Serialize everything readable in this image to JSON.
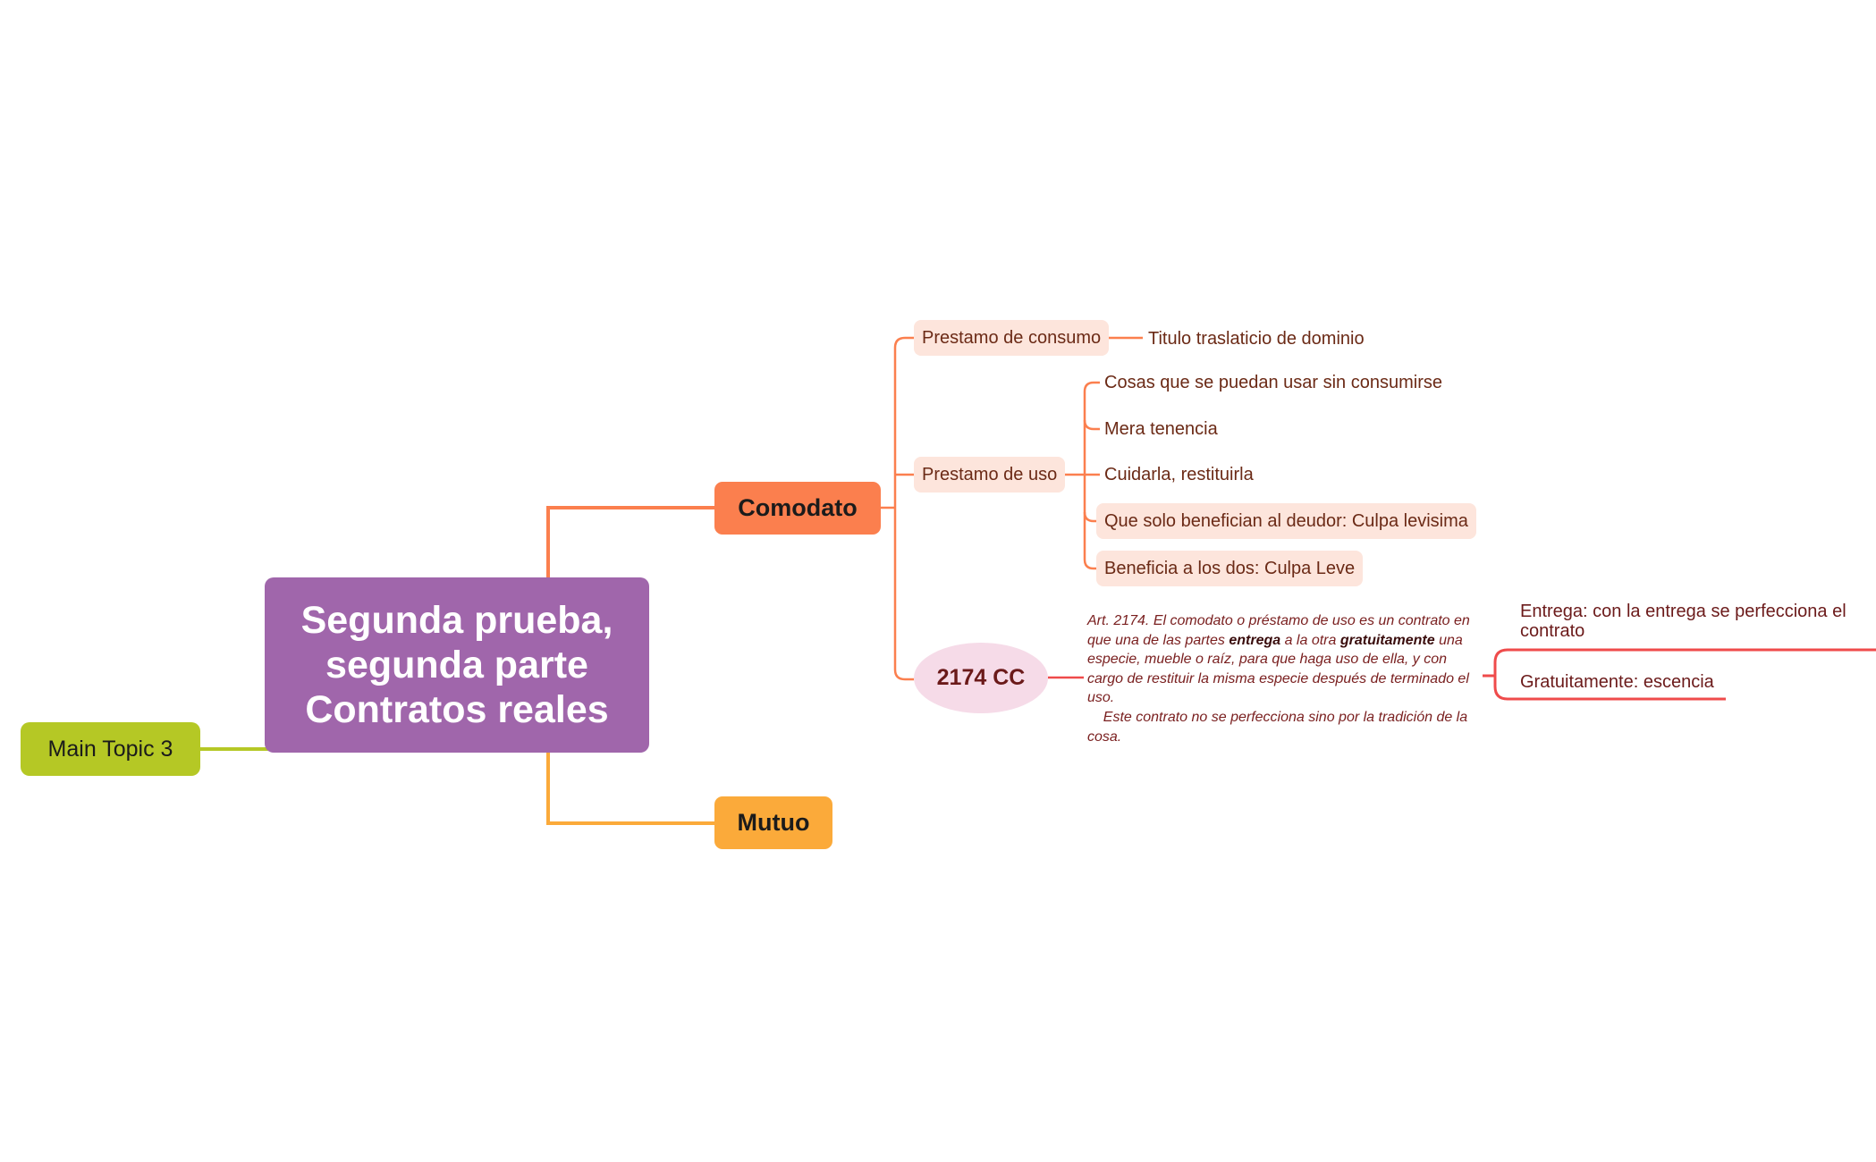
{
  "central_topic": {
    "lines": [
      "Segunda prueba,",
      "segunda parte",
      "Contratos reales"
    ]
  },
  "floating_topic": {
    "label": "Main Topic 3"
  },
  "branches": {
    "comodato": {
      "label": "Comodato",
      "children": {
        "prestamo_consumo": {
          "label": "Prestamo de consumo",
          "child": "Titulo traslaticio de dominio"
        },
        "prestamo_uso": {
          "label": "Prestamo de uso",
          "children": [
            "Cosas que se puedan usar sin consumirse",
            "Mera tenencia",
            "Cuidarla, restituirla",
            "Que solo benefician al deudor: Culpa levisima",
            "Beneficia a los dos: Culpa Leve"
          ]
        },
        "articulo": {
          "label": "2174 CC",
          "text": {
            "p1_before": " Art. 2174. El comodato o préstamo de uso es un contrato en que una de las partes ",
            "p1_bold1": "entrega",
            "p1_middle": " a la otra ",
            "p1_bold2": "gratuitamente",
            "p1_after": " una especie, mueble o raíz, para que haga uso de ella, y con cargo de restituir la misma especie después de terminado el uso.",
            "p2": "    Este contrato no se perfecciona sino por la tradición de la cosa."
          },
          "children": [
            "Entrega: con la entrega se perfecciona el contrato",
            "Gratuitamente: escencia"
          ]
        }
      }
    },
    "mutuo": {
      "label": "Mutuo"
    }
  },
  "colors": {
    "central": "#a066ab",
    "main_topic_3": "#b5c825",
    "comodato": "#fb7f4e",
    "mutuo": "#fbaa3a",
    "subtopic_fill": "#fde5dc",
    "subtopic_text": "#6b2a16",
    "cc_fill": "#f6dbe8",
    "red_branch": "#ef4b4b"
  }
}
